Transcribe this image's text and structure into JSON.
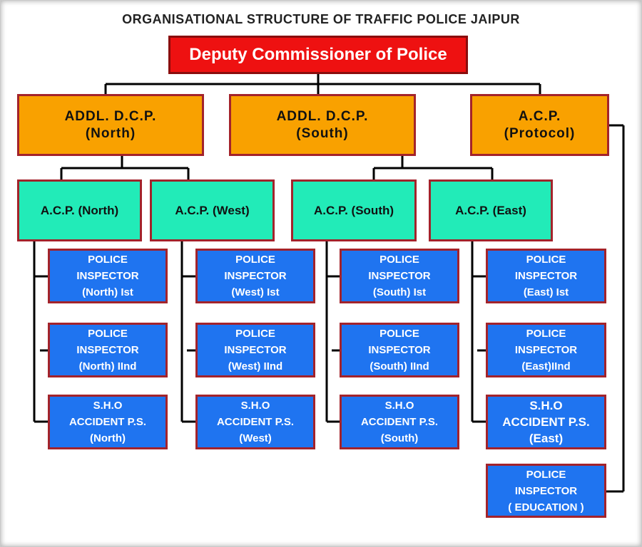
{
  "title": "ORGANISATIONAL STRUCTURE OF TRAFFIC POLICE JAIPUR",
  "top": {
    "label": "Deputy Commissioner of Police"
  },
  "level1": [
    {
      "line1": "ADDL. D.C.P.",
      "line2": "(North)"
    },
    {
      "line1": "ADDL. D.C.P.",
      "line2": "(South)"
    },
    {
      "line1": "A.C.P.",
      "line2": "(Protocol)"
    }
  ],
  "acps": [
    {
      "label": "A.C.P. (North)"
    },
    {
      "label": "A.C.P. (West)"
    },
    {
      "label": "A.C.P. (South)"
    },
    {
      "label": "A.C.P. (East)"
    }
  ],
  "columns": [
    {
      "units": [
        {
          "l1": "POLICE",
          "l2": "INSPECTOR",
          "l3": "(North) Ist"
        },
        {
          "l1": "POLICE",
          "l2": "INSPECTOR",
          "l3": "(North) IInd"
        },
        {
          "l1": "S.H.O",
          "l2": "ACCIDENT P.S.",
          "l3": "(North)"
        }
      ]
    },
    {
      "units": [
        {
          "l1": "POLICE",
          "l2": "INSPECTOR",
          "l3": "(West) Ist"
        },
        {
          "l1": "POLICE",
          "l2": "INSPECTOR",
          "l3": "(West) IInd"
        },
        {
          "l1": "S.H.O",
          "l2": "ACCIDENT P.S.",
          "l3": "(West)"
        }
      ]
    },
    {
      "units": [
        {
          "l1": "POLICE",
          "l2": "INSPECTOR",
          "l3": "(South) Ist"
        },
        {
          "l1": "POLICE",
          "l2": "INSPECTOR",
          "l3": "(South) IInd"
        },
        {
          "l1": "S.H.O",
          "l2": "ACCIDENT P.S.",
          "l3": "(South)"
        }
      ]
    },
    {
      "units": [
        {
          "l1": "POLICE",
          "l2": "INSPECTOR",
          "l3": "(East) Ist"
        },
        {
          "l1": "POLICE",
          "l2": "INSPECTOR",
          "l3": "(East)IInd"
        },
        {
          "l1": "S.H.O",
          "l2": "ACCIDENT P.S.",
          "l3": "(East)"
        }
      ]
    }
  ],
  "education": {
    "l1": "POLICE",
    "l2": "INSPECTOR",
    "l3": "( EDUCATION )"
  },
  "colors": {
    "dcp_fill": "#ee1111",
    "addl_fill": "#f9a100",
    "acp_fill": "#22ebb8",
    "inspector_fill": "#1f74f0",
    "box_border": "#a3232b",
    "connector": "#000000"
  }
}
